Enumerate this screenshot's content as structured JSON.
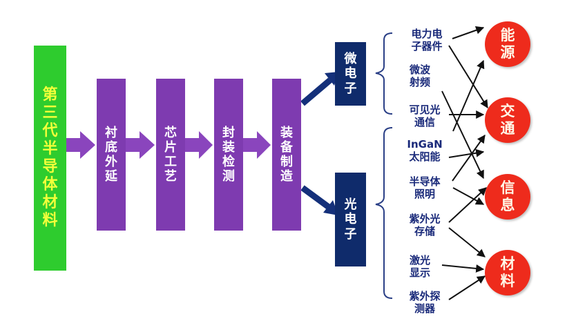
{
  "source_material": "第三代半导体材料",
  "process_steps": [
    "衬底外延",
    "芯片工艺",
    "封装检测",
    "装备制造"
  ],
  "branches": [
    "微电子",
    "光电子"
  ],
  "applications": [
    {
      "line1": "电力电",
      "line2": "子器件"
    },
    {
      "line1": "微波",
      "line2": "射频"
    },
    {
      "line1": "可见光",
      "line2": "通信"
    },
    {
      "line1": "InGaN",
      "line2": "太阳能"
    },
    {
      "line1": "半导体",
      "line2": "照明"
    },
    {
      "line1": "紫外光",
      "line2": "存储"
    },
    {
      "line1": "激光",
      "line2": "显示"
    },
    {
      "line1": "紫外探",
      "line2": "测器"
    }
  ],
  "targets": [
    "能源",
    "交通",
    "信息",
    "材料"
  ],
  "colors": {
    "source_fill": "#2ecc2e",
    "source_text": "#f3ff3a",
    "step_fill": "#7e3bb0",
    "branch_fill": "#0f2b6b",
    "target_fill": "#ee2b1c",
    "application_text": "#1a2a7a",
    "connector": "#111111"
  }
}
